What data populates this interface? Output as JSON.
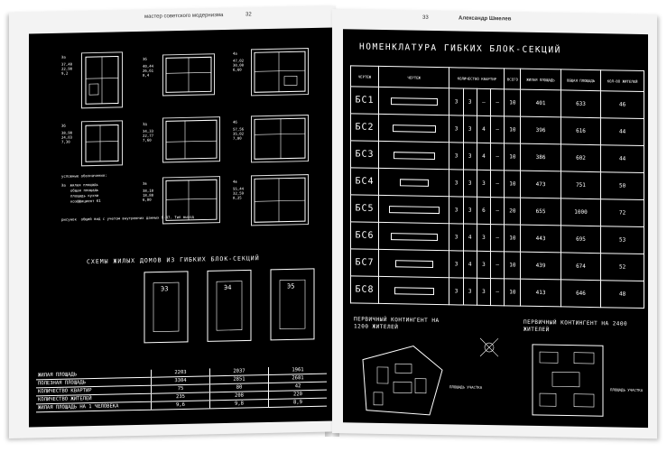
{
  "header_left": "мастер советского модернизма",
  "page_left": "32",
  "page_right": "33",
  "header_right": "Александр Шмелев",
  "left": {
    "plans": [
      {
        "label": "Эа",
        "lines": [
          "37,40",
          "22,90",
          "9,2"
        ]
      },
      {
        "label": "3б",
        "lines": [
          "40,44",
          "26,61",
          "8,4"
        ]
      },
      {
        "label": "4а",
        "lines": [
          "47,02",
          "30,00",
          "6,60"
        ]
      },
      {
        "label": "3б",
        "lines": [
          "38,90",
          "24,03",
          "7,30"
        ]
      },
      {
        "label": "3д",
        "lines": [
          "34,33",
          "22,77",
          "7,60"
        ]
      },
      {
        "label": "4б",
        "lines": [
          "57,56",
          "35,02",
          "7,80"
        ]
      },
      {
        "label": "3в",
        "lines": [
          "38,10",
          "18,88",
          "6,80"
        ]
      },
      {
        "label": "4в",
        "lines": [
          "55,44",
          "32,59",
          "8,25"
        ]
      }
    ],
    "legend": [
      "условные обозначения:",
      "Эа  жилая площадь",
      "общая площадь",
      "площадь кухни",
      "коэффициент К1"
    ],
    "footnote": "рисунок  общий вид с учетом внутренних данных П-47. Тип выход",
    "schemes_title": "СХЕМЫ ЖИЛЫХ ДОМОВ ИЗ ГИБКИХ БЛОК-СЕКЦИЙ",
    "schemes": [
      "Э3",
      "Э4",
      "Э5"
    ],
    "stats": [
      {
        "label": "ЖИЛАЯ ПЛОЩАДЬ",
        "v": [
          "2203",
          "2037",
          "1961"
        ]
      },
      {
        "label": "ПОЛЕЗНАЯ ПЛОЩАДЬ",
        "v": [
          "3304",
          "2851",
          "2681"
        ]
      },
      {
        "label": "КОЛИЧЕСТВО КВАРТИР",
        "v": [
          "75",
          "80",
          "42"
        ]
      },
      {
        "label": "КОЛИЧЕСТВО ЖИТЕЛЕЙ",
        "v": [
          "235",
          "208",
          "220"
        ]
      },
      {
        "label": "ЖИЛАЯ ПЛОЩАДЬ НА 1 ЧЕЛОВЕКА",
        "v": [
          "9,6",
          "9,8",
          "8,9"
        ]
      }
    ]
  },
  "right": {
    "title": "НОМЕНКЛАТУРА ГИБКИХ БЛОК-СЕКЦИЙ",
    "table_headers": [
      "ЧЕРТЕЖ",
      "КОЛИЧЕСТВО КВАРТИР",
      "ВСЕГО",
      "ЖИЛАЯ ПЛОЩАДЬ",
      "ОБЩАЯ ПЛОЩАДЬ",
      "КОЛ-ВО ЖИТЕЛЕЙ"
    ],
    "rows": [
      {
        "code": "БС1",
        "v": [
          "3",
          "3",
          "–",
          "–",
          "10",
          "401",
          "633",
          "46"
        ]
      },
      {
        "code": "БС2",
        "v": [
          "3",
          "3",
          "4",
          "–",
          "10",
          "396",
          "616",
          "44"
        ]
      },
      {
        "code": "БС3",
        "v": [
          "3",
          "3",
          "4",
          "–",
          "10",
          "386",
          "602",
          "44"
        ]
      },
      {
        "code": "БС4",
        "v": [
          "3",
          "3",
          "3",
          "–",
          "10",
          "473",
          "751",
          "50"
        ]
      },
      {
        "code": "БС5",
        "v": [
          "3",
          "3",
          "6",
          "–",
          "20",
          "655",
          "1000",
          "72"
        ]
      },
      {
        "code": "БС6",
        "v": [
          "3",
          "4",
          "3",
          "–",
          "10",
          "443",
          "695",
          "53"
        ]
      },
      {
        "code": "БС7",
        "v": [
          "3",
          "4",
          "3",
          "–",
          "10",
          "439",
          "674",
          "52"
        ]
      },
      {
        "code": "БС8",
        "v": [
          "3",
          "3",
          "3",
          "–",
          "10",
          "413",
          "646",
          "48"
        ]
      }
    ],
    "layout1": "ПЕРВИЧНЫЙ КОНТИНГЕНТ НА 1200 ЖИТЕЛЕЙ",
    "layout2": "ПЕРВИЧНЫЙ КОНТИНГЕНТ НА 2400 ЖИТЕЛЕЙ",
    "note1": "ПЛОЩАДЬ УЧАСТКА",
    "note2": "ПЛОЩАДЬ УЧАСТКА"
  }
}
